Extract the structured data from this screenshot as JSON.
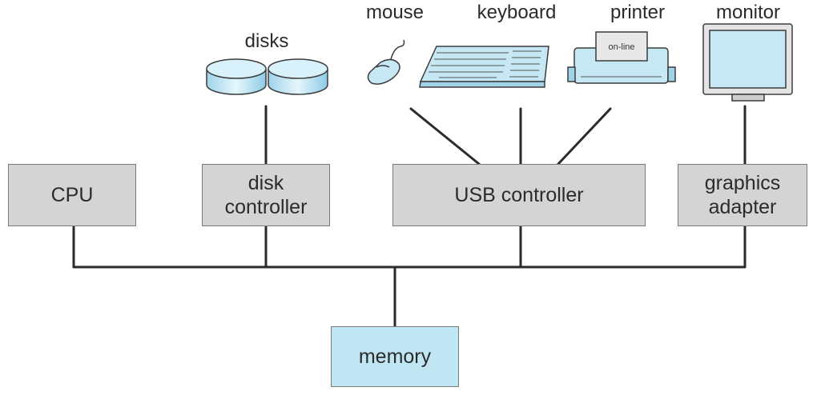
{
  "colors": {
    "box_fill": "#d4d4d4",
    "memory_fill": "#bfe6f2",
    "device_fill": "#c6e8f4",
    "line": "#2b2b2b"
  },
  "boxes": {
    "cpu": "CPU",
    "disk_controller": [
      "disk",
      "controller"
    ],
    "usb_controller": "USB controller",
    "graphics_adapter": [
      "graphics",
      "adapter"
    ],
    "memory": "memory"
  },
  "devices": {
    "disks": {
      "label": "disks",
      "icon": "disk-drive-icon"
    },
    "mouse": {
      "label": "mouse",
      "icon": "mouse-icon"
    },
    "keyboard": {
      "label": "keyboard",
      "icon": "keyboard-icon"
    },
    "printer": {
      "label": "printer",
      "icon": "printer-icon",
      "screen_text": "on-line"
    },
    "monitor": {
      "label": "monitor",
      "icon": "monitor-icon"
    }
  }
}
